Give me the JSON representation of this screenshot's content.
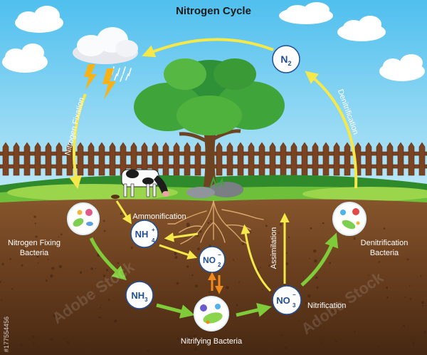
{
  "title": "Nitrogen Cycle",
  "nodes": {
    "n2": {
      "base": "N",
      "sub": "2",
      "sup": ""
    },
    "nh4": {
      "base": "NH",
      "sub": "4",
      "sup": "+"
    },
    "no2": {
      "base": "NO",
      "sub": "2",
      "sup": "−"
    },
    "nh3": {
      "base": "NH",
      "sub": "3",
      "sup": ""
    },
    "no3": {
      "base": "NO",
      "sub": "3",
      "sup": "−"
    }
  },
  "labels": {
    "nitrogen_fixation": "Nitrogen Fixation",
    "denitrification": "Denitrification",
    "ammonification": "Ammonification",
    "assimilation": "Assimilation",
    "nitrification": "Nitrification",
    "nitrogen_fixing_line1": "Nitrogen Fixing",
    "nitrogen_fixing_line2": "Bacteria",
    "denitrification_bacteria_line1": "Denitrification",
    "denitrification_bacteria_line2": "Bacteria",
    "nitrifying_bacteria": "Nitrifying Bacteria"
  },
  "watermark": {
    "brand": "Adobe Stock",
    "id": "#177554456"
  },
  "colors": {
    "sky": "#5fc6ef",
    "topsoil": "#7a4a26",
    "deep_soil": "#4e2c15",
    "grass": "#8fcf3f",
    "arrow_yellow": "#f4e84a",
    "arrow_green": "#7fcb3a",
    "arrow_orange": "#f08a1c",
    "node_text": "#1f4e99"
  }
}
